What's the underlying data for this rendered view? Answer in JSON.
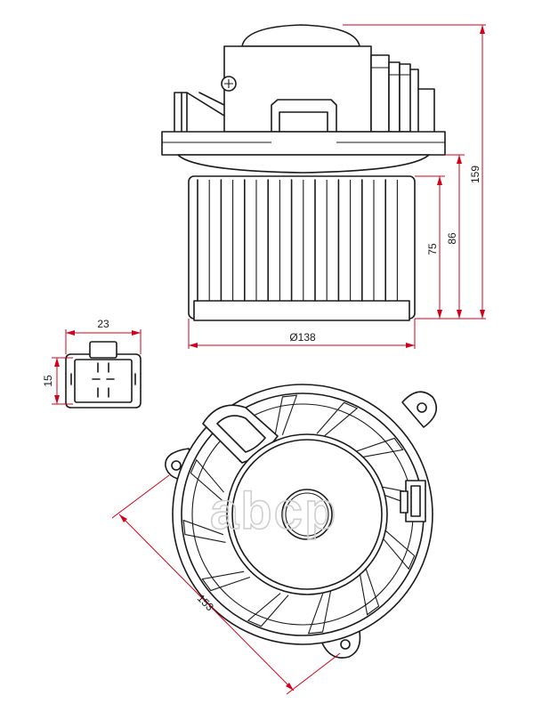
{
  "dimensions": {
    "height_total": "159",
    "height_mid": "86",
    "height_wheel": "75",
    "diameter": "Ø138",
    "connector_width": "23",
    "connector_height": "15",
    "mount_span": "153"
  },
  "watermark": "abcp",
  "colors": {
    "dimension_lines": "#d0021b",
    "outline": "#1a1a1a",
    "watermark": "#cfcfcf"
  }
}
